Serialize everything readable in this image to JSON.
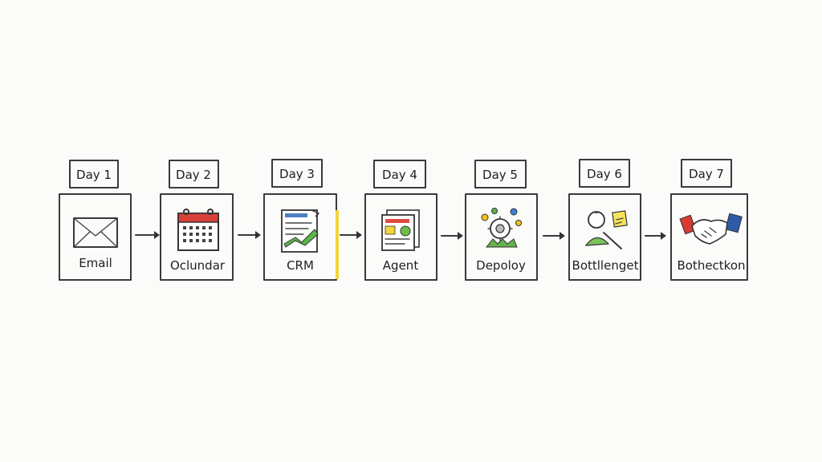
{
  "steps": [
    {
      "day": "Day 1",
      "label": "Email",
      "icon": "envelope-icon"
    },
    {
      "day": "Day 2",
      "label": "Oclundar",
      "icon": "calendar-icon"
    },
    {
      "day": "Day 3",
      "label": "CRM",
      "icon": "crm-document-icon"
    },
    {
      "day": "Day 4",
      "label": "Agent",
      "icon": "agent-document-icon"
    },
    {
      "day": "Day 5",
      "label": "Depoloy",
      "icon": "deploy-gears-icon"
    },
    {
      "day": "Day 6",
      "label": "Bottllenget",
      "icon": "person-bottleneck-icon"
    },
    {
      "day": "Day 7",
      "label": "Bothectkon",
      "icon": "handshake-icon"
    }
  ],
  "colors": {
    "ink": "#333333",
    "calendar_red": "#d9403a",
    "crm_green": "#58b848",
    "crm_blue": "#4b7fc2",
    "agent_yellow": "#f2d43b",
    "agent_red": "#e04c3c",
    "agent_green": "#6cbf4a",
    "deploy_yellow": "#f0c419",
    "deploy_green": "#62b34a",
    "deploy_blue": "#3f7fd1",
    "bottleneck_yellow": "#f6e35a",
    "bottleneck_green": "#7cc35a",
    "handshake_red": "#d83a34",
    "handshake_blue": "#2e5aa8"
  }
}
